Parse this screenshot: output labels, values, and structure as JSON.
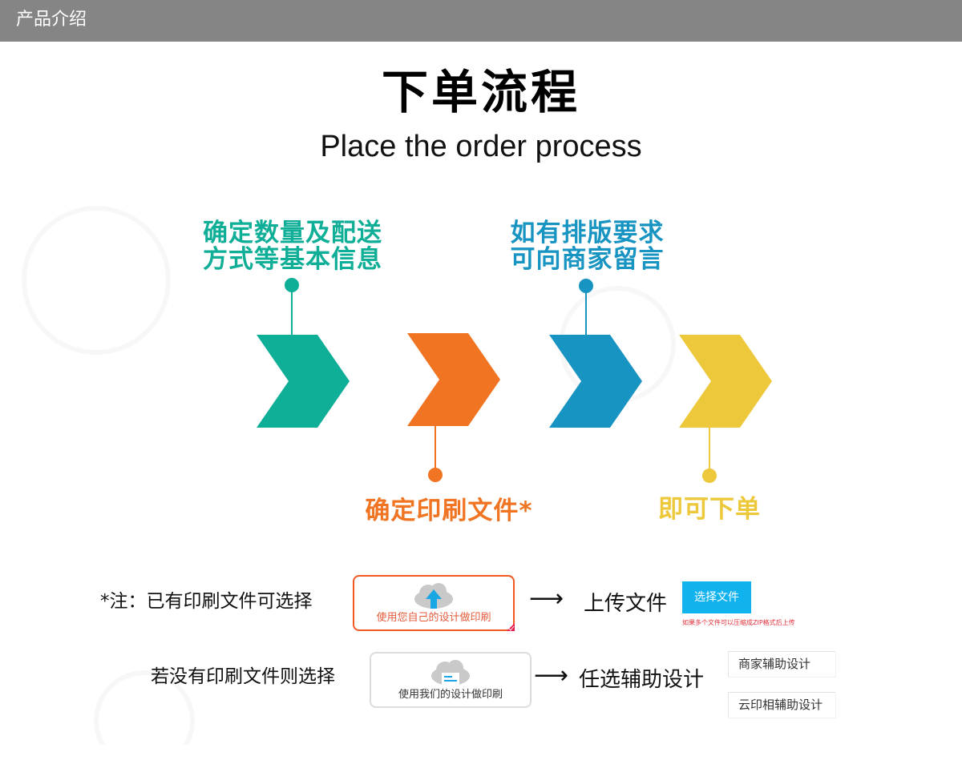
{
  "header": {
    "title": "产品介绍"
  },
  "hero": {
    "title": "下单流程",
    "subtitle": "Place the order process"
  },
  "steps": [
    {
      "label_line1": "确定数量及配送",
      "label_line2": "方式等基本信息",
      "color": "#0fae97"
    },
    {
      "label": "确定印刷文件*",
      "color": "#f07421"
    },
    {
      "label_line1": "如有排版要求",
      "label_line2": "可向商家留言",
      "color": "#1794c2"
    },
    {
      "label": "即可下单",
      "color": "#edc83b"
    }
  ],
  "note": {
    "has_file_text": "*注：已有印刷文件可选择",
    "no_file_text": "若没有印刷文件则选择",
    "own_design_option": "使用您自己的设计做印刷",
    "our_design_option": "使用我们的设计做印刷",
    "arrow": "⟶",
    "upload_label": "上传文件",
    "select_file_button": "选择文件",
    "upload_hint": "如果多个文件可以压缩成ZIP格式后上传",
    "assist_label": "任选辅助设计",
    "merchant_assist_button": "商家辅助设计",
    "yunyinxiang_assist_button": "云印相辅助设计"
  },
  "colors": {
    "header_bg": "#858585",
    "highlight_border": "#f05a22",
    "upload_icon": "#19a6e4",
    "button_blue": "#11b3ef"
  }
}
